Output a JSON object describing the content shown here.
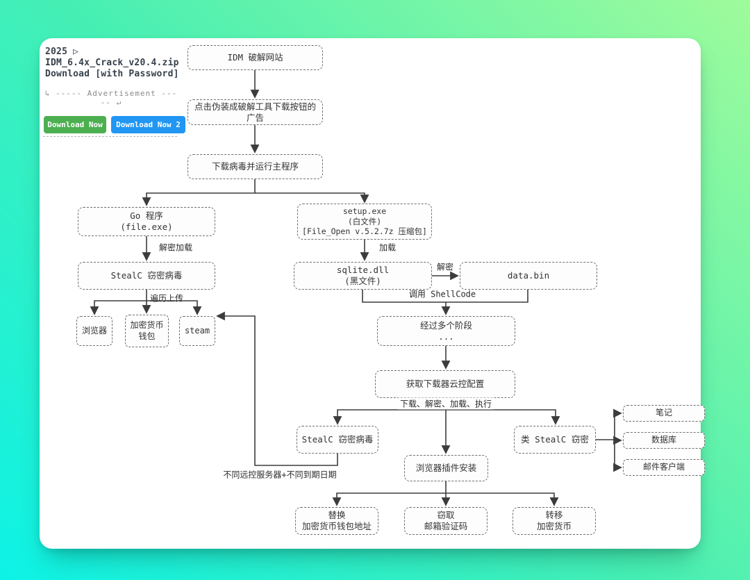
{
  "sidebar": {
    "title": "2025 ▷ IDM_6.4x_Crack_v20.4.zip\nDownload [with Password]",
    "ad_label": "↳ ----- Advertisement ----- ↵",
    "buttons": [
      {
        "label": "Download Now",
        "color": "#4caf50"
      },
      {
        "label": "Download Now 2",
        "color": "#2196f3"
      }
    ]
  },
  "flowchart": {
    "nodes": {
      "idm_site": "IDM 破解网站",
      "ad_click": "点击伪装成破解工具下载按钮的广告",
      "run_main": "下载病毒并运行主程序",
      "go_program": "Go 程序\n(file.exe)",
      "setup_exe": "setup.exe\n(白文件)\n[File_Open v.5.2.7z 压缩包]",
      "stealc1": "StealC 窃密病毒",
      "sqlite_dll": "sqlite.dll\n(黑文件)",
      "data_bin": "data.bin",
      "browser": "浏览器",
      "crypto_wallet": "加密货币\n钱包",
      "steam": "steam",
      "stages": "经过多个阶段\n...",
      "cloud_config": "获取下载器云控配置",
      "stealc2": "StealC 窃密病毒",
      "stealc_like": "类 StealC 窃密",
      "plugin_install": "浏览器插件安装",
      "notes": "笔记",
      "database": "数据库",
      "mail_client": "邮件客户端",
      "replace_wallet": "替换\n加密货币钱包地址",
      "steal_email_code": "窃取\n邮箱验证码",
      "transfer_crypto": "转移\n加密货币"
    },
    "edge_labels": {
      "decrypt_load": "解密加载",
      "load": "加载",
      "decrypt": "解密",
      "call_shellcode": "调用 ShellCode",
      "traverse_upload": "遍历上传",
      "pipeline": "下载、解密、加载、执行",
      "diff_c2": "不同远控服务器+不同到期日期"
    },
    "colors": {
      "edge": "#3c3c3c",
      "node_border": "#6e6e6e",
      "background_top_right": "#9ffb9b",
      "background_bottom_left": "#0df2e6"
    }
  }
}
